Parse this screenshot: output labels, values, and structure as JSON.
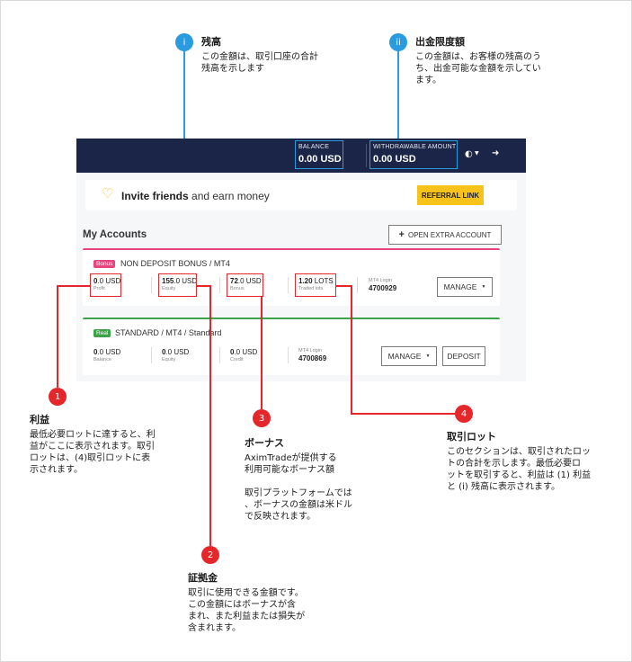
{
  "header": {
    "balance_label": "BALANCE",
    "balance_value": "0.00",
    "balance_unit": "USD",
    "withdrawable_label": "WITHDRAWABLE AMOUNT",
    "withdrawable_value": "0.00",
    "withdrawable_unit": "USD",
    "icons": [
      "globe-icon",
      "chevron-down-icon",
      "logout-icon"
    ]
  },
  "invite": {
    "bold": "Invite friends",
    "rest": " and earn money",
    "button": "REFERRAL LINK",
    "icon": "heart-icon"
  },
  "accounts_title": "My Accounts",
  "open_extra_button": "OPEN EXTRA ACCOUNT",
  "accounts": [
    {
      "tag": "Bonus",
      "name": "NON DEPOSIT BONUS / MT4",
      "metrics": [
        {
          "value": "0",
          "suffix": ".0 USD",
          "label": "Profit"
        },
        {
          "value": "155",
          "suffix": ".0 USD",
          "label": "Equity"
        },
        {
          "value": "72",
          "suffix": ".0 USD",
          "label": "Bonus"
        },
        {
          "value": "1.20",
          "suffix": " LOTS",
          "label": "Traded lots"
        }
      ],
      "login_label": "MT4 Login",
      "login_value": "4700929",
      "manage": "MANAGE"
    },
    {
      "tag": "Real",
      "name": "STANDARD / MT4 / Standard",
      "metrics": [
        {
          "value": "0",
          "suffix": ".0 USD",
          "label": "Balance"
        },
        {
          "value": "0",
          "suffix": ".0 USD",
          "label": "Equity"
        },
        {
          "value": "0",
          "suffix": ".0 USD",
          "label": "Credit"
        }
      ],
      "login_label": "MT4 Login",
      "login_value": "4700869",
      "manage": "MANAGE",
      "deposit": "DEPOSIT"
    }
  ],
  "annotations": {
    "i": {
      "badge": "i",
      "title": "残高",
      "text": "この金額は、取引口座の合計\n残高を示します"
    },
    "ii": {
      "badge": "ii",
      "title": "出金限度額",
      "text": "この金額は、お客様の残高のう\nち、出金可能な金額を示してい\nます。"
    },
    "1": {
      "badge": "1",
      "title": "利益",
      "text": "最低必要ロットに達すると、利\n益がここに表示されます。取引\nロットは、(4)取引ロットに表\n示されます。"
    },
    "2": {
      "badge": "2",
      "title": "証拠金",
      "text": "取引に使用できる金額です。\nこの金額にはボーナスが含\nまれ、また利益または損失が\n含まれます。"
    },
    "3": {
      "badge": "3",
      "title": "ボーナス",
      "text": "AximTradeが提供する\n利用可能なボーナス額\n\n取引プラットフォームでは\n、ボーナスの金額は米ドル\nで反映されます。"
    },
    "4": {
      "badge": "4",
      "title": "取引ロット",
      "text": "このセクションは、取引されたロッ\nトの合計を示します。最低必要ロ\nットを取引すると、利益は (1) 利益\nと (i) 残高に表示されます。"
    }
  }
}
